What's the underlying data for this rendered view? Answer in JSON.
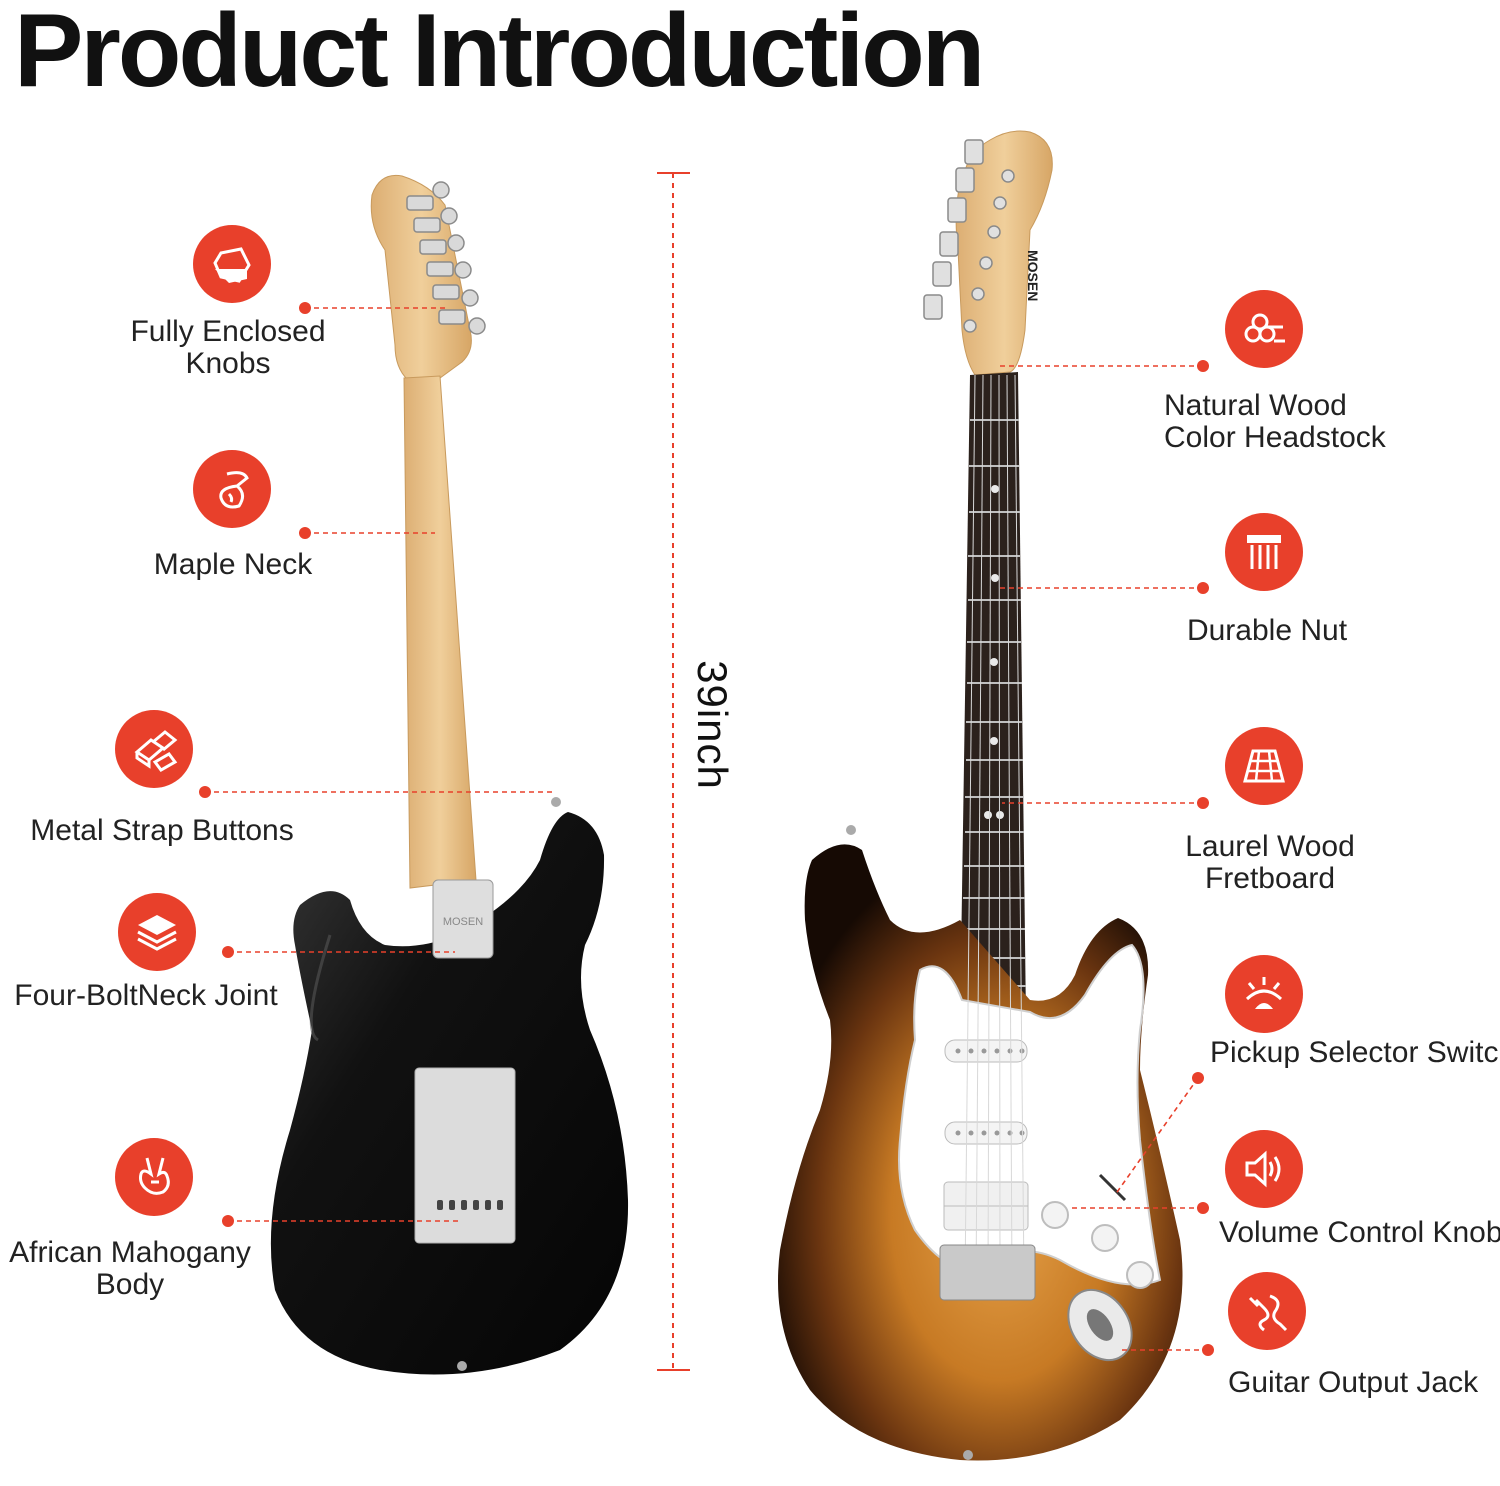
{
  "title": "Product Introduction",
  "dimension": "39inch",
  "features": [
    {
      "id": "knobs",
      "icon": "knob-icon",
      "lines": [
        "Fully Enclosed",
        "Knobs"
      ]
    },
    {
      "id": "neck",
      "icon": "maple-neck-icon",
      "lines": [
        "Maple Neck"
      ]
    },
    {
      "id": "strap",
      "icon": "metal-bars-icon",
      "lines": [
        "Metal Strap Buttons"
      ]
    },
    {
      "id": "joint",
      "icon": "layers-icon",
      "lines": [
        "Four-BoltNeck Joint"
      ]
    },
    {
      "id": "body",
      "icon": "guitar-body-icon",
      "lines": [
        "African Mahogany",
        "Body"
      ]
    },
    {
      "id": "headstock",
      "icon": "wood-logs-icon",
      "lines": [
        "Natural Wood",
        "Color Headstock"
      ]
    },
    {
      "id": "nut",
      "icon": "nut-icon",
      "lines": [
        "Durable Nut"
      ]
    },
    {
      "id": "fretboard",
      "icon": "fretboard-icon",
      "lines": [
        "Laurel Wood",
        "Fretboard"
      ]
    },
    {
      "id": "pickup",
      "icon": "selector-switch-icon",
      "lines": [
        "Pickup Selector Switch"
      ]
    },
    {
      "id": "volume",
      "icon": "speaker-icon",
      "lines": [
        "Volume Control Knob"
      ]
    },
    {
      "id": "jack",
      "icon": "cable-jack-icon",
      "lines": [
        "Guitar Output Jack"
      ]
    }
  ],
  "brand": "MOSEN",
  "colors": {
    "accent": "#e8402b",
    "back_body": "#141414",
    "maple": "#e9c48f",
    "sunburst_center": "#d08a2c",
    "pickguard": "#ffffff"
  }
}
